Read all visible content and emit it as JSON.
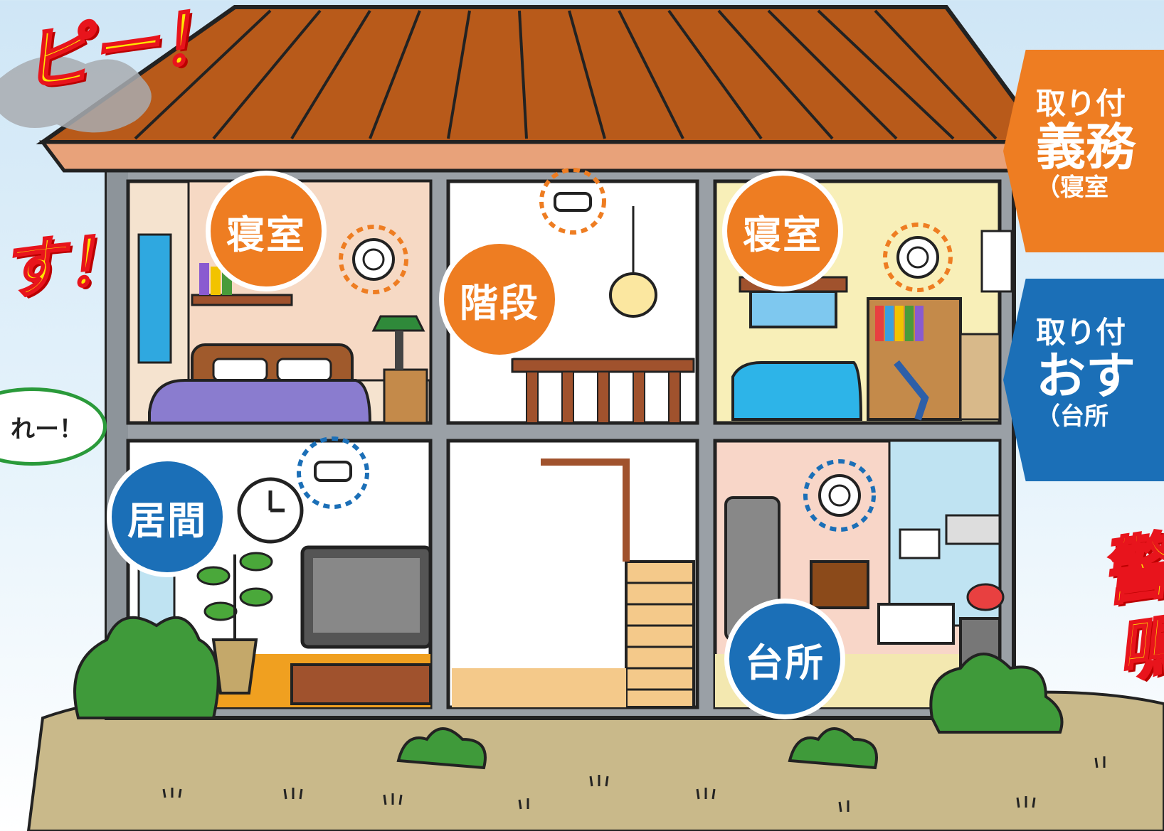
{
  "rooms": {
    "bedroom_left": "寝室",
    "stairs": "階段",
    "bedroom_right": "寝室",
    "living": "居間",
    "kitchen": "台所"
  },
  "side_tags": {
    "required": {
      "line1": "取り付",
      "line2": "義務",
      "line3": "（寝室",
      "color": "#ee7d22"
    },
    "recommended": {
      "line1": "取り付",
      "line2": "おす",
      "line3": "（台所",
      "color": "#1b6fb7"
    }
  },
  "partial_text": {
    "top_left": "ピー！",
    "left_mid": "す！",
    "bubble": "れー！",
    "right_1": "警",
    "right_2": "鳴"
  },
  "colors": {
    "orange": "#ee7d22",
    "blue": "#1b6fb7",
    "roof": "#b85a1a",
    "grass": "#3f9a3a"
  }
}
